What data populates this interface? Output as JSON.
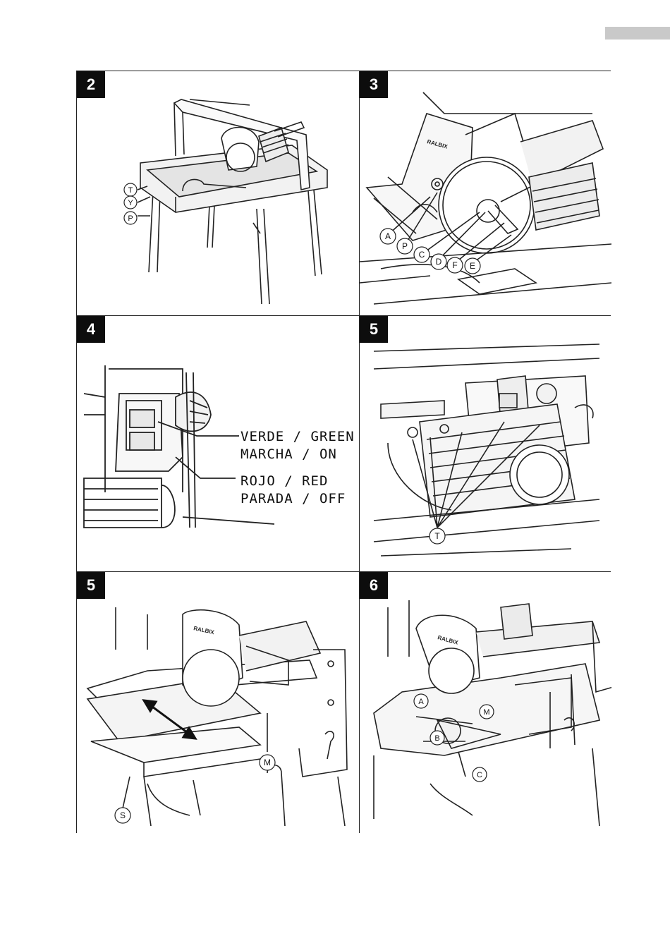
{
  "panels": [
    {
      "number": "2",
      "callouts": [
        "T",
        "Y",
        "P"
      ]
    },
    {
      "number": "3",
      "callouts": [
        "A",
        "P",
        "C",
        "D",
        "F",
        "E"
      ],
      "brand": "RALBIX"
    },
    {
      "number": "4",
      "labels": {
        "green_line1": "VERDE / GREEN",
        "green_line2": "MARCHA / ON",
        "red_line1": "ROJO / RED",
        "red_line2": "PARADA / OFF"
      }
    },
    {
      "number": "5",
      "callouts": [
        "T"
      ]
    },
    {
      "number": "5",
      "callouts": [
        "M",
        "S"
      ],
      "brand": "RALBIX"
    },
    {
      "number": "6",
      "callouts": [
        "A",
        "M",
        "B",
        "C"
      ],
      "brand": "RALBIX"
    }
  ]
}
